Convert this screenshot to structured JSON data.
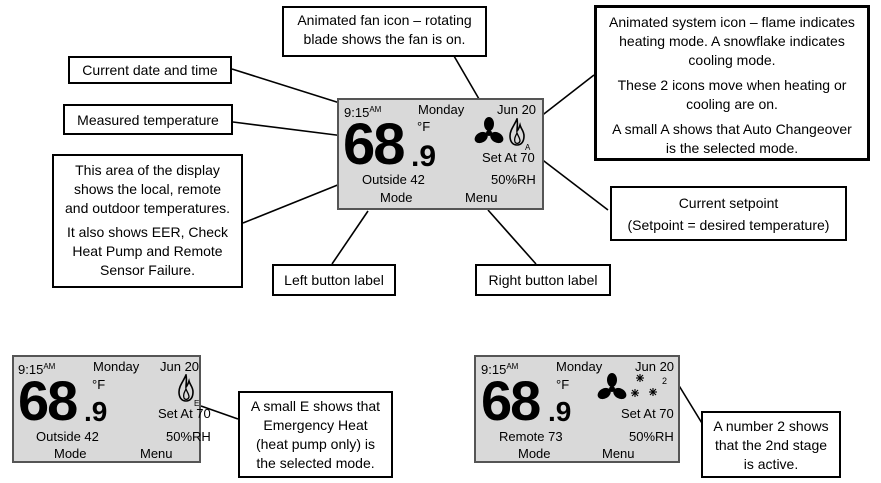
{
  "main_display": {
    "time": "9:15",
    "ampm": "AM",
    "day": "Monday",
    "date": "Jun 20",
    "temp_whole": "68",
    "temp_decimal": ".9",
    "unit": "°F",
    "setpoint": "Set At 70",
    "outside": "Outside 42",
    "humidity": "50%RH",
    "left_button": "Mode",
    "right_button": "Menu",
    "mode_letter": "A"
  },
  "display_em_heat": {
    "time": "9:15",
    "ampm": "AM",
    "day": "Monday",
    "date": "Jun 20",
    "temp_whole": "68",
    "temp_decimal": ".9",
    "unit": "°F",
    "setpoint": "Set At 70",
    "outside": "Outside 42",
    "humidity": "50%RH",
    "left_button": "Mode",
    "right_button": "Menu",
    "mode_letter": "E"
  },
  "display_cool_stage2": {
    "time": "9:15",
    "ampm": "AM",
    "day": "Monday",
    "date": "Jun 20",
    "temp_whole": "68",
    "temp_decimal": ".9",
    "unit": "°F",
    "setpoint": "Set At 70",
    "remote": "Remote 73",
    "humidity": "50%RH",
    "left_button": "Mode",
    "right_button": "Menu",
    "stage": "2"
  },
  "callouts": {
    "fan": [
      "Animated fan icon – rotating",
      "blade shows the fan is on."
    ],
    "system": [
      "Animated system icon – flame indicates",
      "heating mode. A snowflake indicates",
      "cooling mode."
    ],
    "system_move": [
      "These 2 icons move when heating or",
      "cooling are on."
    ],
    "system_auto": [
      "A small A shows that Auto Changeover",
      "is the selected mode."
    ],
    "date_time": "Current date and time",
    "measured": "Measured temperature",
    "area": [
      "This area of the display",
      "shows the local, remote",
      "and outdoor temperatures."
    ],
    "area_more": [
      "It also shows EER, Check",
      "Heat Pump and Remote",
      "Sensor Failure."
    ],
    "setpoint_title": "Current setpoint",
    "setpoint_desc": "(Setpoint = desired temperature)",
    "left_label": "Left button label",
    "right_label": "Right button label",
    "em_heat": [
      "A small E shows that",
      "Emergency Heat",
      "(heat pump only) is",
      "the selected mode."
    ],
    "stage2": [
      "A number 2 shows",
      "that the 2nd stage",
      "is active."
    ]
  }
}
